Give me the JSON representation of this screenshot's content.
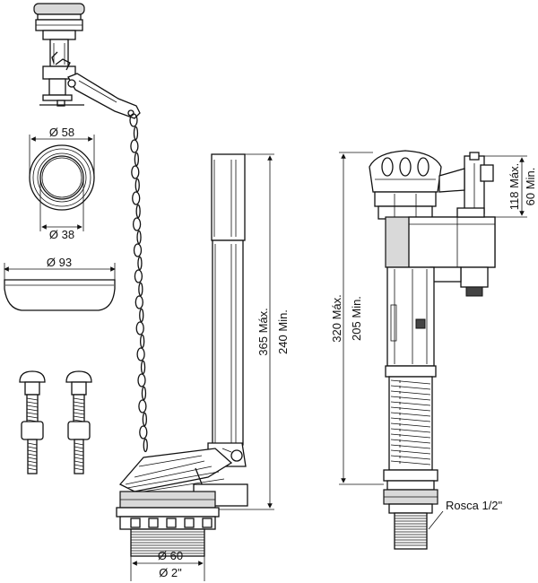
{
  "labels": {
    "button_outer_diameter": "Ø 58",
    "button_inner_diameter": "Ø 38",
    "plate_diameter": "Ø 93",
    "flush_height_max": "365 Máx.",
    "flush_height_min": "240 Min.",
    "base_diameter_mm": "Ø 60",
    "base_diameter_in": "Ø 2\"",
    "fill_height_max": "320 Máx.",
    "fill_height_min": "205 Min.",
    "fill_top_max": "118 Máx.",
    "fill_top_min": "60 Min.",
    "thread": "Rosca 1/2\""
  }
}
